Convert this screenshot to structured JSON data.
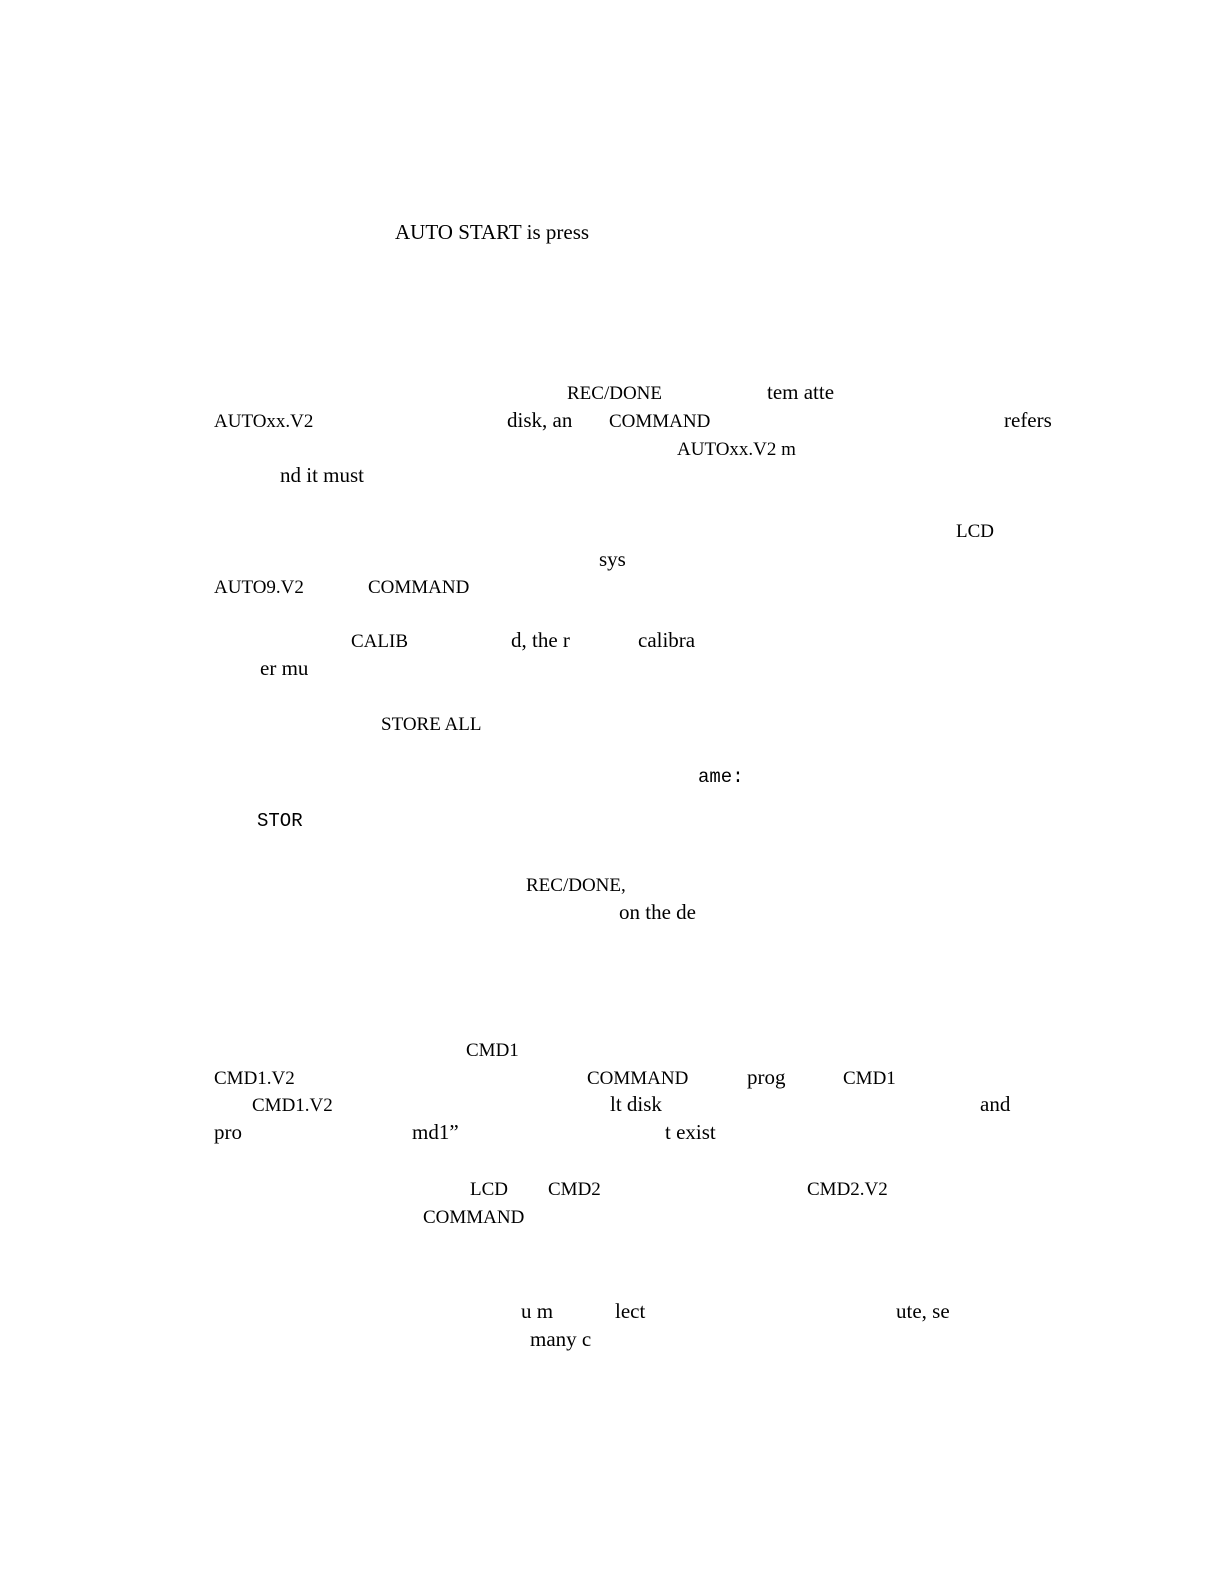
{
  "fragments": [
    "AUTO START is press",
    "REC/DONE",
    "tem atte",
    "AUTOxx.V2",
    "disk, an",
    "COMMAND",
    "refers",
    "AUTOxx.V2 m",
    "nd it must",
    "LCD",
    "sys",
    "AUTO9.V2",
    "COMMAND",
    "CALIB",
    "d, the r",
    "calibra",
    "er mu",
    "STORE ALL",
    "ame:",
    "STOR",
    "REC/DONE,",
    "on the de",
    "CMD1",
    "CMD1.V2",
    "COMMAND",
    "prog",
    "CMD1",
    "CMD1.V2",
    "lt disk",
    "and",
    "pro",
    "md1”",
    "t exist",
    "LCD",
    "CMD2",
    "CMD2.V2",
    "COMMAND",
    "u m",
    "lect",
    "ute, se",
    "many c"
  ]
}
